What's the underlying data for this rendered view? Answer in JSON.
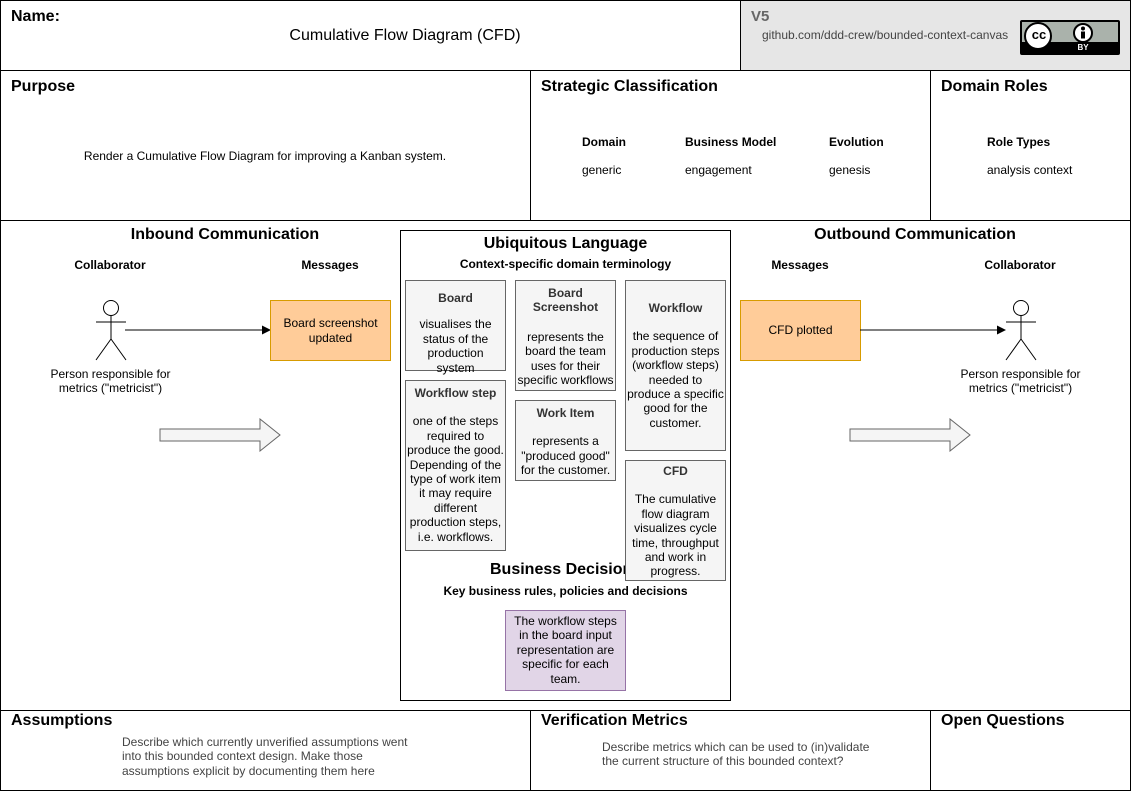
{
  "header": {
    "name_label": "Name:",
    "name_value": "Cumulative Flow Diagram (CFD)",
    "version": "V5",
    "repo": "github.com/ddd-crew/bounded-context-canvas",
    "license_cc": "cc",
    "license_by": "BY"
  },
  "purpose": {
    "title": "Purpose",
    "text": "Render a Cumulative Flow Diagram for improving a Kanban system."
  },
  "strategic": {
    "title": "Strategic Classification",
    "columns": [
      {
        "label": "Domain",
        "value": "generic"
      },
      {
        "label": "Business Model",
        "value": "engagement"
      },
      {
        "label": "Evolution",
        "value": "genesis"
      }
    ]
  },
  "roles": {
    "title": "Domain Roles",
    "label": "Role Types",
    "value": "analysis context"
  },
  "inbound": {
    "title": "Inbound Communication",
    "collaborator_header": "Collaborator",
    "messages_header": "Messages",
    "collaborator_name": "Person responsible for metrics (\"metricist\")",
    "message": "Board screenshot updated"
  },
  "outbound": {
    "title": "Outbound Communication",
    "messages_header": "Messages",
    "collaborator_header": "Collaborator",
    "message": "CFD plotted",
    "collaborator_name": "Person responsible for metrics (\"metricist\")"
  },
  "ubiquitous": {
    "title": "Ubiquitous Language",
    "subtitle": "Context-specific domain terminology",
    "terms": {
      "board": {
        "name": "Board",
        "desc": "visualises the status of the production system"
      },
      "board_screenshot": {
        "name": "Board Screenshot",
        "desc": "represents the board the team uses for their specific workflows"
      },
      "workflow": {
        "name": "Workflow",
        "desc": "the sequence of production steps (workflow steps) needed to produce a specific good for the customer."
      },
      "workflow_step": {
        "name": "Workflow step",
        "desc": "one of the steps required to produce the good. Depending of the type of work item it may require different production steps, i.e. workflows."
      },
      "work_item": {
        "name": "Work Item",
        "desc": "represents a \"produced good\" for the customer."
      },
      "cfd": {
        "name": "CFD",
        "desc": "The cumulative flow diagram visualizes cycle time, throughput and work in progress."
      }
    }
  },
  "decisions": {
    "title": "Business Decisions",
    "subtitle": "Key business rules, policies and decisions",
    "rule": "The workflow steps in the board input representation are specific for each team."
  },
  "assumptions": {
    "title": "Assumptions",
    "text": "Describe which currently unverified assumptions went into this bounded context design. Make those assumptions explicit by documenting them here"
  },
  "verification": {
    "title": "Verification Metrics",
    "text": "Describe metrics which can be used to (in)validate the current structure of this bounded context?"
  },
  "open_questions": {
    "title": "Open Questions"
  },
  "colors": {
    "message_fill": "#ffcc99",
    "message_border": "#d79b00",
    "rule_fill": "#e1d5e7",
    "rule_border": "#9673a6",
    "term_fill": "#f5f5f5",
    "term_border": "#666666",
    "header_gray": "#e6e6e6"
  }
}
